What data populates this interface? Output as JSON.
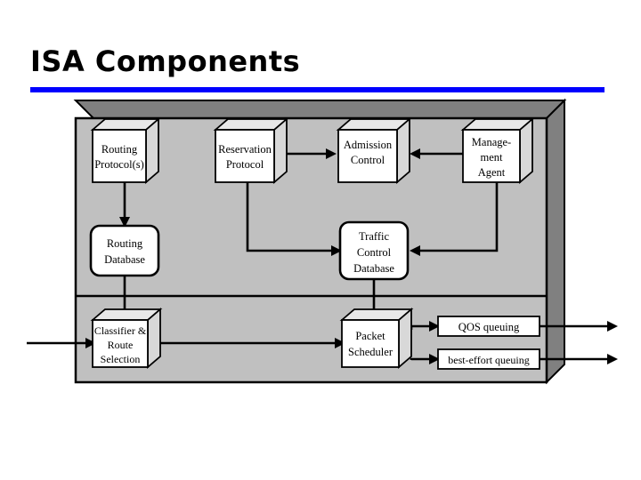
{
  "slide": {
    "title": "ISA Components",
    "accent_color": "#0000ff",
    "panel_face_color": "#c0c0c0",
    "panel_shade_color": "#808080",
    "box_face_color": "#ffffff",
    "box_top_color": "#e8e8e8",
    "box_side_color": "#d0d0d0",
    "line_color": "#000000",
    "background_color": "#ffffff"
  },
  "diagram": {
    "panel_name": "isa-architecture-panel",
    "control_plane_boxes": [
      {
        "id": "routing-protocols",
        "label_lines": [
          "Routing",
          "Protocol(s)"
        ],
        "shape": "cube"
      },
      {
        "id": "reservation-protocol",
        "label_lines": [
          "Reservation",
          "Protocol"
        ],
        "shape": "cube"
      },
      {
        "id": "admission-control",
        "label_lines": [
          "Admission",
          "Control"
        ],
        "shape": "cube"
      },
      {
        "id": "management-agent",
        "label_lines": [
          "Manage-",
          "ment",
          "Agent"
        ],
        "shape": "cube"
      }
    ],
    "database_boxes": [
      {
        "id": "routing-database",
        "label_lines": [
          "Routing",
          "Database"
        ],
        "shape": "rounded"
      },
      {
        "id": "traffic-control-database",
        "label_lines": [
          "Traffic",
          "Control",
          "Database"
        ],
        "shape": "rounded"
      }
    ],
    "forwarding_plane_boxes": [
      {
        "id": "classifier-route-selection",
        "label_lines": [
          "Classifier &",
          "Route",
          "Selection"
        ],
        "shape": "cube"
      },
      {
        "id": "packet-scheduler",
        "label_lines": [
          "Packet",
          "Scheduler"
        ],
        "shape": "cube"
      }
    ],
    "queue_boxes": [
      {
        "id": "qos-queuing",
        "label": "QOS queuing",
        "shape": "rect"
      },
      {
        "id": "best-effort-queuing",
        "label": "best-effort queuing",
        "shape": "rect"
      }
    ],
    "connections": [
      {
        "from": "routing-protocols",
        "to": "routing-database",
        "kind": "arrow-down"
      },
      {
        "from": "reservation-protocol",
        "to": "admission-control",
        "kind": "arrow-right"
      },
      {
        "from": "reservation-protocol",
        "to": "traffic-control-database",
        "kind": "elbow-down-right"
      },
      {
        "from": "management-agent",
        "to": "admission-control",
        "kind": "arrow-left"
      },
      {
        "from": "management-agent",
        "to": "traffic-control-database",
        "kind": "elbow-down-left"
      },
      {
        "from": "routing-database",
        "to": "classifier-route-selection",
        "kind": "arrow-down"
      },
      {
        "from": "traffic-control-database",
        "to": "packet-scheduler",
        "kind": "arrow-down"
      },
      {
        "from": "external-input",
        "to": "classifier-route-selection",
        "kind": "arrow-right"
      },
      {
        "from": "classifier-route-selection",
        "to": "packet-scheduler",
        "kind": "arrow-right"
      },
      {
        "from": "packet-scheduler",
        "to": "qos-queuing",
        "kind": "arrow-right"
      },
      {
        "from": "packet-scheduler",
        "to": "best-effort-queuing",
        "kind": "arrow-right"
      },
      {
        "from": "qos-queuing",
        "to": "external-output-1",
        "kind": "arrow-right"
      },
      {
        "from": "best-effort-queuing",
        "to": "external-output-2",
        "kind": "arrow-right"
      }
    ]
  }
}
